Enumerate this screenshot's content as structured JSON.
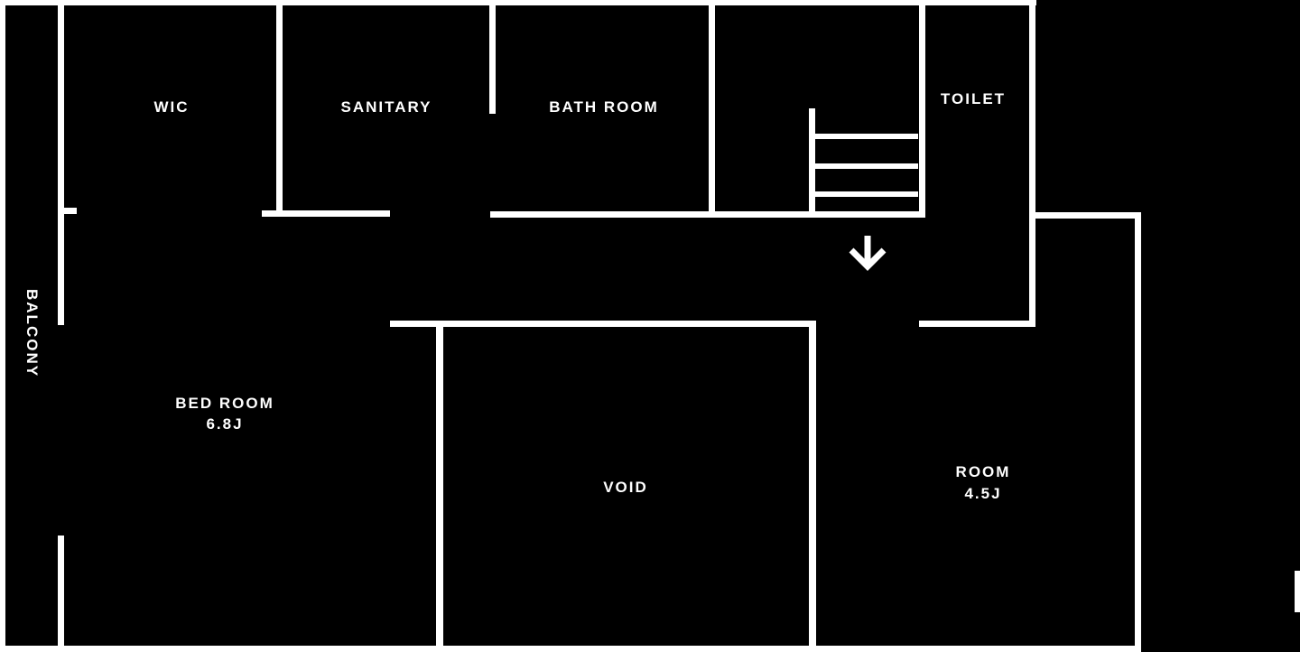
{
  "colors": {
    "background": "#000000",
    "line": "#ffffff",
    "text": "#ffffff"
  },
  "rooms": {
    "wic": {
      "label": "WIC"
    },
    "sanitary": {
      "label": "SANITARY"
    },
    "bathroom": {
      "label": "BATH ROOM"
    },
    "toilet": {
      "label": "TOILET"
    },
    "balcony": {
      "label": "BALCONY"
    },
    "bedroom": {
      "label": "BED ROOM",
      "size": "6.8J"
    },
    "void": {
      "label": "VOID"
    },
    "room": {
      "label": "ROOM",
      "size": "4.5J"
    }
  },
  "stairs": {
    "steps": 3,
    "direction_arrow": "down"
  }
}
